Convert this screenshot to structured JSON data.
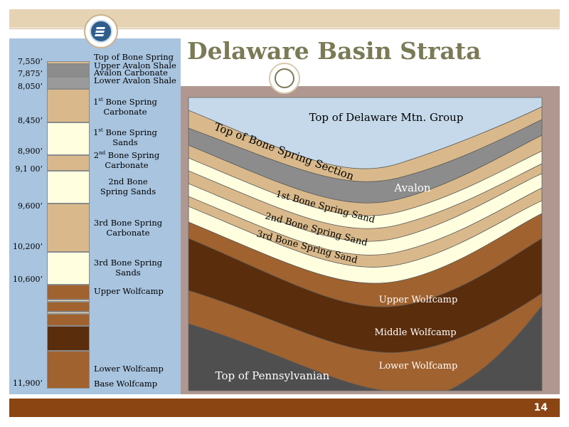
{
  "title": "Delaware Basin Strata",
  "page_number": "14",
  "logo_icon": "company-logo-icon",
  "colors": {
    "top_band": "#e6d3b3",
    "bottom_band": "#8b4513",
    "left_panel": "#a8c4df",
    "right_panel": "#b09890",
    "title": "#7a7a56"
  },
  "column": {
    "depths": [
      "7,550’",
      "7,875’",
      "8,050’",
      "8,450’",
      "8,900’",
      "9,1 00’",
      "9,600’",
      "10,200’",
      "10,600’",
      "11,900’"
    ],
    "labels": {
      "top_bone_spring": "Top of Bone Spring",
      "upper_avalon_shale": "Upper Avalon Shale",
      "avalon_carbonate": "Avalon Carbonate",
      "lower_avalon_shale": "Lower Avalon Shale",
      "bs1_carb_pre": "1",
      "bs1_carb_sup": "st",
      "bs1_carb_post": " Bone Spring",
      "bs1_carb_l2": "Carbonate",
      "bs1_sands_pre": "1",
      "bs1_sands_sup": "st",
      "bs1_sands_post": " Bone Spring",
      "bs1_sands_l2": "Sands",
      "bs2_carb_pre": "2",
      "bs2_carb_sup": "nd",
      "bs2_carb_post": " Bone Spring",
      "bs2_carb_l2": "Carbonate",
      "bs2_sands_l1": "2nd Bone",
      "bs2_sands_l2": "Spring Sands",
      "bs3_carb_l1": "3rd Bone Spring",
      "bs3_carb_l2": "Carbonate",
      "bs3_sands_l1": "3rd Bone Spring",
      "bs3_sands_l2": "Sands",
      "upper_wolfcamp": "Upper Wolfcamp",
      "lower_wolfcamp": "Lower Wolfcamp",
      "base_wolfcamp": "Base Wolfcamp"
    }
  },
  "cross_section": {
    "top_delaware": "Top of Delaware Mtn. Group",
    "top_bone_spring_section": "Top of Bone Spring Section",
    "avalon": "Avalon",
    "bs1_sand": "1st Bone Spring Sand",
    "bs2_sand": "2nd Bone Spring Sand",
    "bs3_sand": "3rd Bone Spring Sand",
    "upper_wolfcamp": "Upper Wolfcamp",
    "middle_wolfcamp": "Middle Wolfcamp",
    "lower_wolfcamp": "Lower Wolfcamp",
    "top_pennsylvanian": "Top of Pennsylvanian"
  }
}
